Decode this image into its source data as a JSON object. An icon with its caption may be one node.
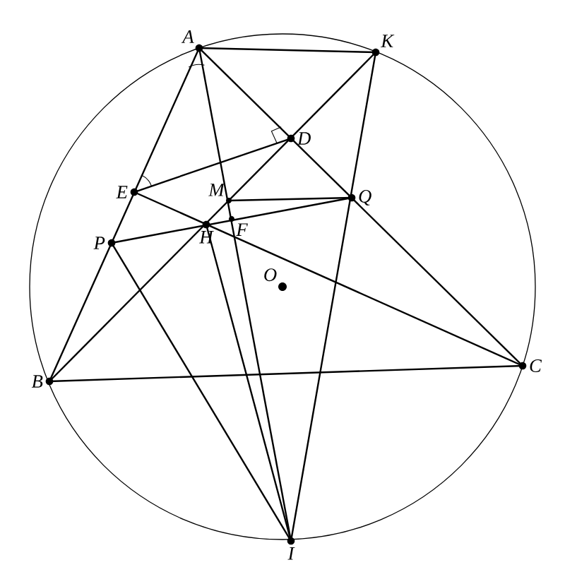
{
  "diagram": {
    "nodes": [
      {
        "text": [
          "A"
        ]
      },
      {
        "text": [
          "K"
        ]
      },
      {
        "text": [
          "D"
        ]
      },
      {
        "text": [
          "E"
        ]
      },
      {
        "text": [
          "M"
        ]
      },
      {
        "text": [
          "Q"
        ]
      },
      {
        "text": [
          "P"
        ]
      },
      {
        "text": [
          "H"
        ]
      },
      {
        "text": [
          "F"
        ]
      },
      {
        "text": [
          "O"
        ]
      },
      {
        "text": [
          "B"
        ]
      },
      {
        "text": [
          "C"
        ]
      },
      {
        "text": [
          "I"
        ]
      }
    ],
    "edges": [
      {
        "from": 0,
        "to": 1,
        "arrow": "none"
      },
      {
        "from": 0,
        "to": 10,
        "arrow": "none"
      },
      {
        "from": 0,
        "to": 11,
        "arrow": "none"
      },
      {
        "from": 0,
        "to": 12,
        "arrow": "none"
      },
      {
        "from": 1,
        "to": 12,
        "arrow": "none"
      },
      {
        "from": 1,
        "to": 10,
        "arrow": "none"
      },
      {
        "from": 3,
        "to": 2,
        "arrow": "none"
      },
      {
        "from": 3,
        "to": 11,
        "arrow": "none"
      },
      {
        "from": 4,
        "to": 5,
        "arrow": "none"
      },
      {
        "from": 6,
        "to": 5,
        "arrow": "none"
      },
      {
        "from": 6,
        "to": 12,
        "arrow": "none"
      },
      {
        "from": 7,
        "to": 12,
        "arrow": "none"
      },
      {
        "from": 10,
        "to": 11,
        "arrow": "none"
      }
    ]
  }
}
